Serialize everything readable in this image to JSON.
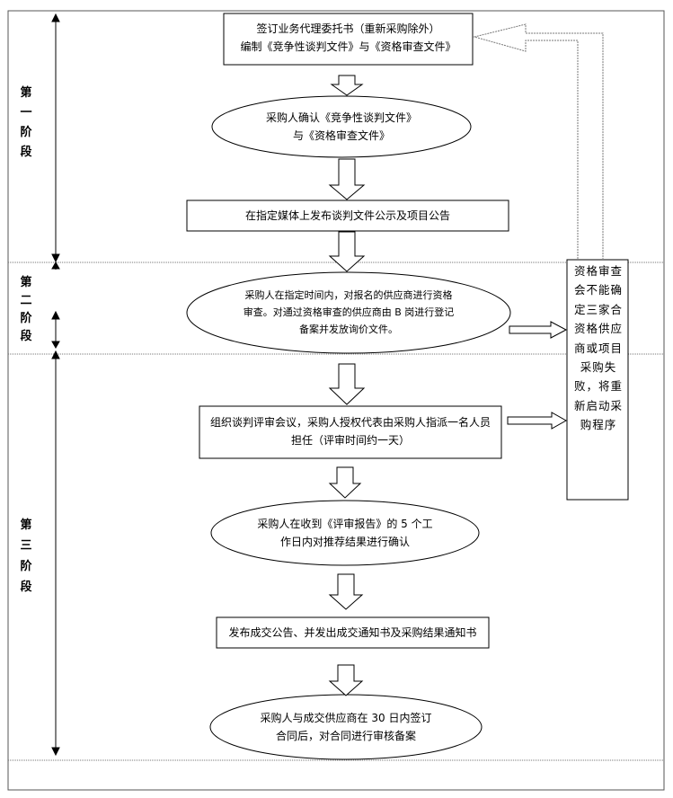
{
  "stages": [
    {
      "label": "第一阶段",
      "chars": [
        "第",
        "一",
        "阶",
        "段"
      ]
    },
    {
      "label": "第二阶段",
      "chars": [
        "第",
        "二",
        "阶",
        "段"
      ]
    },
    {
      "label": "第三阶段",
      "chars": [
        "第",
        "三",
        "阶",
        "段"
      ]
    }
  ],
  "steps": [
    {
      "shape": "rect",
      "lines": [
        "签订业务代理委托书（重新采购除外）",
        "编制《竞争性谈判文件》与《资格审查文件》"
      ]
    },
    {
      "shape": "ellipse",
      "lines": [
        "采购人确认《竞争性谈判文件》",
        "与《资格审查文件》"
      ]
    },
    {
      "shape": "rect",
      "lines": [
        "在指定媒体上发布谈判文件公示及项目公告"
      ]
    },
    {
      "shape": "ellipse",
      "lines": [
        "采购人在指定时间内，对报名的供应商进行资格",
        "审查。对通过资格审查的供应商由 B 岗进行登记",
        "备案并发放询价文件。"
      ]
    },
    {
      "shape": "rect",
      "lines": [
        "组织谈判评审会议，采购人授权代表由采购人指派一名人员",
        "担任（评审时间约一天）"
      ]
    },
    {
      "shape": "ellipse",
      "lines": [
        "采购人在收到《评审报告》的 5 个工",
        "作日内对推荐结果进行确认"
      ]
    },
    {
      "shape": "rect",
      "lines": [
        "发布成交公告、并发出成交通知书及采购结果通知书"
      ]
    },
    {
      "shape": "ellipse",
      "lines": [
        "采购人与成交供应商在 30 日内签订",
        "合同后，对合同进行审核备案"
      ]
    }
  ],
  "side_note": "资格审查会不能确定三家合资格供应商或项目采购失败，将重新启动采购程序"
}
